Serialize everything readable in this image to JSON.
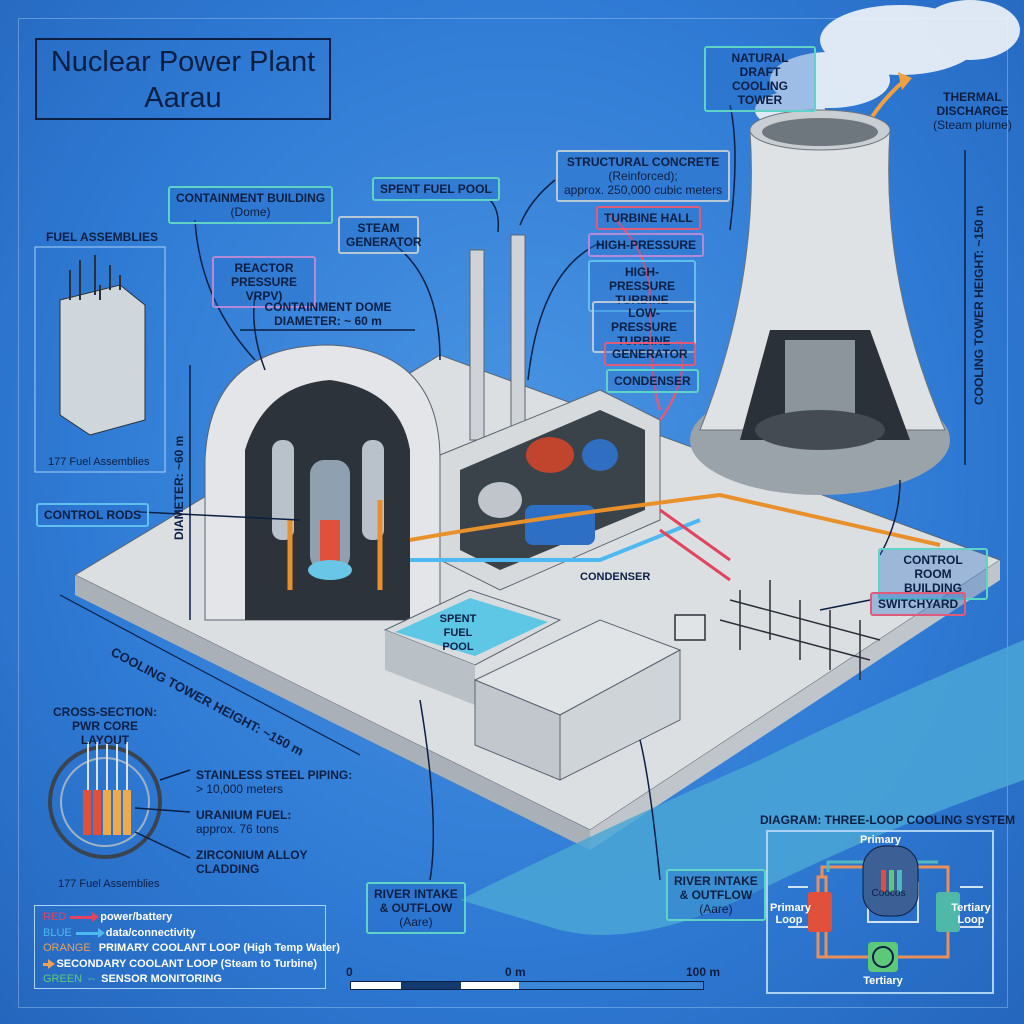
{
  "title": {
    "line1": "Nuclear Power Plant",
    "line2": "Aarau"
  },
  "labels": {
    "containment_building": {
      "title": "CONTAINMENT BUILDING",
      "sub": "(Dome)"
    },
    "reactor_pressure": "REACTOR PRESSURE VRPV)",
    "steam_generator": "STEAM GENERATOR",
    "spent_fuel_pool": "SPENT FUEL POOL",
    "structural_concrete": {
      "title": "STRUCTURAL CONCRETE",
      "sub1": "(Reinforced);",
      "sub2": "approx. 250,000 cubic meters"
    },
    "turbine_hall": "TURBINE HALL",
    "high_pressure": "HIGH-PRESSURE",
    "high_pressure_turbine": "HIGH-PRESSURE TURBINE",
    "low_pressure_turbine": "LOW-PRESSURE TURBINE",
    "generator": "GENERATOR",
    "condenser_top": "CONDENSER",
    "condenser_plant": "CONDENSER",
    "containment_dome_diameter": "CONTAINMENT DOME DIAMETER: ~ 60 m",
    "diameter_vertical": "DIAMETER: ~60 m",
    "fuel_assemblies_title": "FUEL ASSEMBLIES",
    "fuel_assemblies_count": "177 Fuel Assemblies",
    "control_rods": "CONTROL RODS",
    "cooling_tower": "NATURAL DRAFT COOLING TOWER",
    "thermal_discharge": {
      "title": "THERMAL DISCHARGE",
      "sub": "(Steam plume)"
    },
    "cooling_tower_height_vertical": "COOLING TOWER HEIGHT: ~150 m",
    "cooling_tower_height_diagonal": "COOLING TOWER HEIGHT: ~150 m",
    "control_room": "CONTROL ROOM BUILDING",
    "switchyard": "SWITCHYARD",
    "spent_fuel_pool_plant": "SPENT FUEL POOL",
    "river_left": {
      "l1": "RIVER INTAKE",
      "l2": "& OUTFLOW",
      "l3": "(Aare)"
    },
    "river_right": {
      "l1": "RIVER INTAKE",
      "l2": "& OUTFLOW",
      "l3": "(Aare)"
    }
  },
  "cross_section": {
    "title1": "CROSS-SECTION:",
    "title2": "PWR CORE LAYOUT",
    "piping": "STAINLESS STEEL PIPING:",
    "piping_value": "> 10,000 meters",
    "fuel": "URANIUM FUEL:",
    "fuel_value": "approx. 76 tons",
    "cladding1": "ZIRCONIUM ALLOY",
    "cladding2": "CLADDING",
    "assemblies": "177 Fuel Assemblies"
  },
  "legend": [
    {
      "key": "RED",
      "text": "power/battery",
      "color": "#e0445e"
    },
    {
      "key": "BLUE",
      "text": "data/connectivity",
      "color": "#4fb8f0"
    },
    {
      "key": "ORANGE",
      "text": "PRIMARY COOLANT LOOP (High Temp Water)",
      "color": "#e8a25a"
    },
    {
      "key": "",
      "text": "SECONDARY COOLANT LOOP (Steam to Turbine)",
      "color": "#e8a25a"
    },
    {
      "key": "GREEN",
      "text": "SENSOR MONITORING",
      "color": "#5cc97a"
    }
  ],
  "three_loop": {
    "title": "DIAGRAM: THREE-LOOP COOLING SYSTEM",
    "primary_top": "Primary",
    "core": "Coocos",
    "primary_loop": "Primary Loop",
    "tertiary_loop": "Tertiary Loop",
    "tertiary_bottom": "Tertiary"
  },
  "scale": {
    "start": "0",
    "mid": "0 m",
    "end": "100 m"
  },
  "colors": {
    "background": "#2f7ad4",
    "ink": "#0b1f44",
    "concrete": "#dcdfe2"
  }
}
